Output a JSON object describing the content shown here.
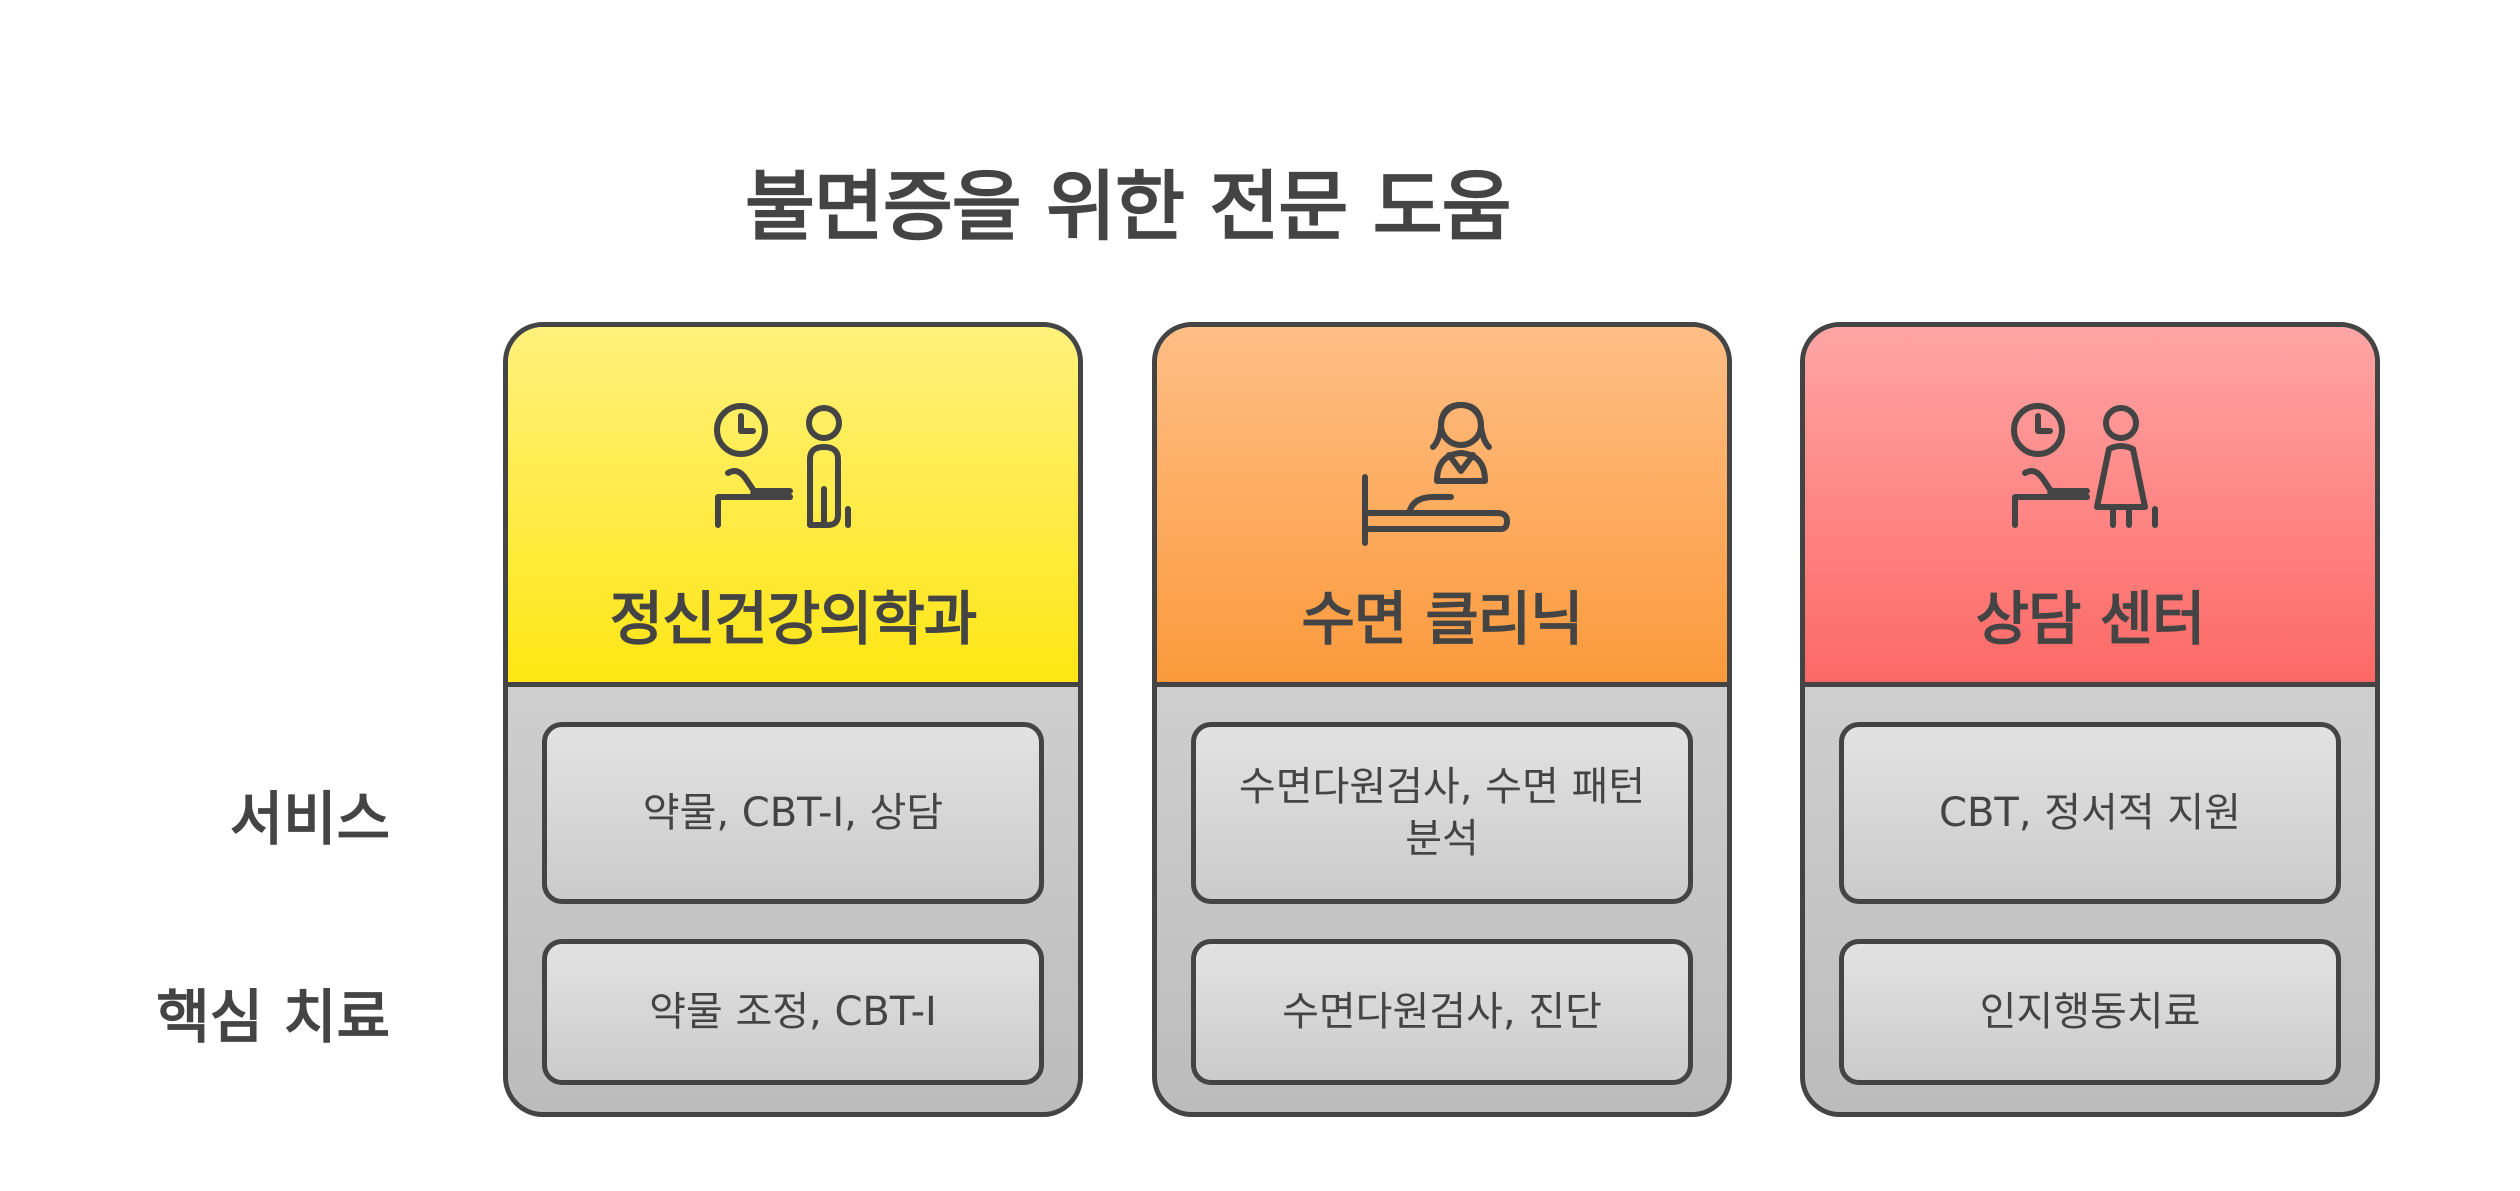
{
  "title": "불면증을 위한 전문 도움",
  "rows": {
    "services_label": "서비스",
    "core_label": "핵심 치료"
  },
  "columns": [
    {
      "name": "정신건강의학과",
      "icon": "patient-consultation-icon",
      "color": "#ffe614",
      "services": "약물, CBT-I, 상담",
      "core": "약물 조정, CBT-I"
    },
    {
      "name": "수면 클리닉",
      "icon": "sleep-doctor-bed-icon",
      "color": "#fb9a3c",
      "services": "수면다원검사, 수면 패턴 분석",
      "core": "수면다원검사, 진단"
    },
    {
      "name": "상담 센터",
      "icon": "counseling-session-icon",
      "color": "#fd6966",
      "services": "CBT, 정서적 지원",
      "core": "인지행동치료"
    }
  ]
}
